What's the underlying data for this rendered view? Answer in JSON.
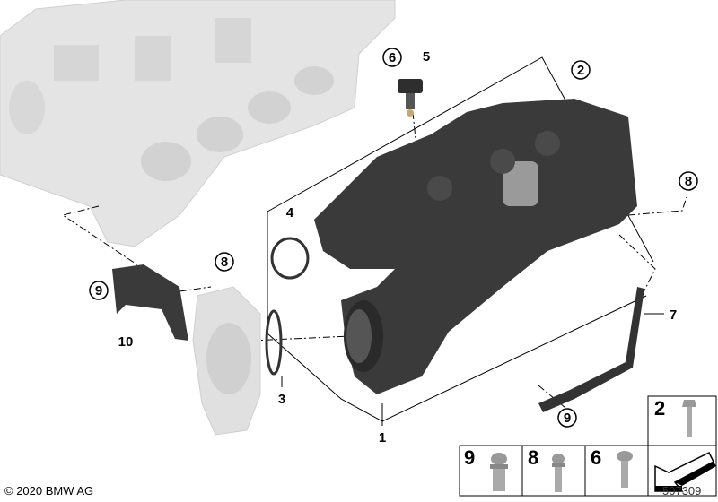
{
  "diagram": {
    "callouts": {
      "c1": "1",
      "c2": "2",
      "c3": "3",
      "c4": "4",
      "c5": "5",
      "c6": "6",
      "c7": "7",
      "c8a": "8",
      "c8b": "8",
      "c9a": "9",
      "c9b": "9",
      "c10": "10"
    },
    "legend": {
      "item_2": "2",
      "item_9": "9",
      "item_8": "8",
      "item_6": "6"
    }
  },
  "footer": {
    "copyright": "© 2020 BMW AG",
    "diagram_number": "507309"
  }
}
